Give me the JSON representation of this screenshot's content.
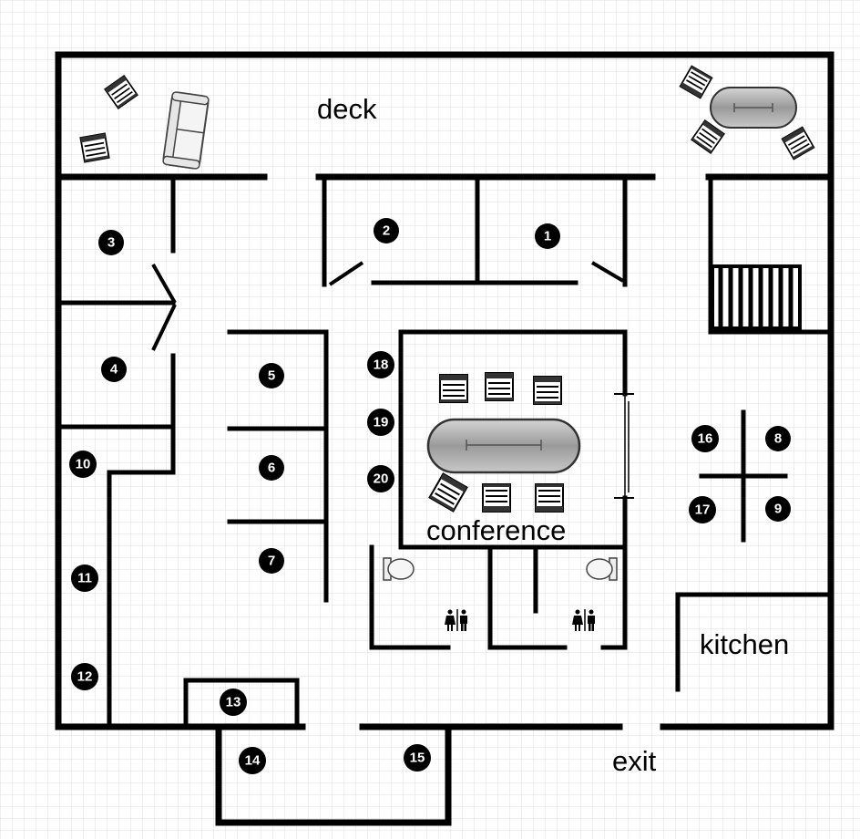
{
  "labels": {
    "deck": "deck",
    "conference": "conference",
    "kitchen": "kitchen",
    "exit": "exit"
  },
  "rooms": [
    "1",
    "2",
    "3",
    "4",
    "5",
    "6",
    "7",
    "8",
    "9",
    "10",
    "11",
    "12",
    "13",
    "14",
    "15",
    "16",
    "17",
    "18",
    "19",
    "20"
  ],
  "colors": {
    "grid": "#dedede",
    "wall": "#000000",
    "marker": "#000000",
    "table": "#a9a9a9"
  },
  "icons": [
    "deck-chair-icon",
    "sofa-icon",
    "table-icon",
    "toilet-icon",
    "restroom-sign-icon",
    "staircase-icon",
    "door-icon"
  ]
}
